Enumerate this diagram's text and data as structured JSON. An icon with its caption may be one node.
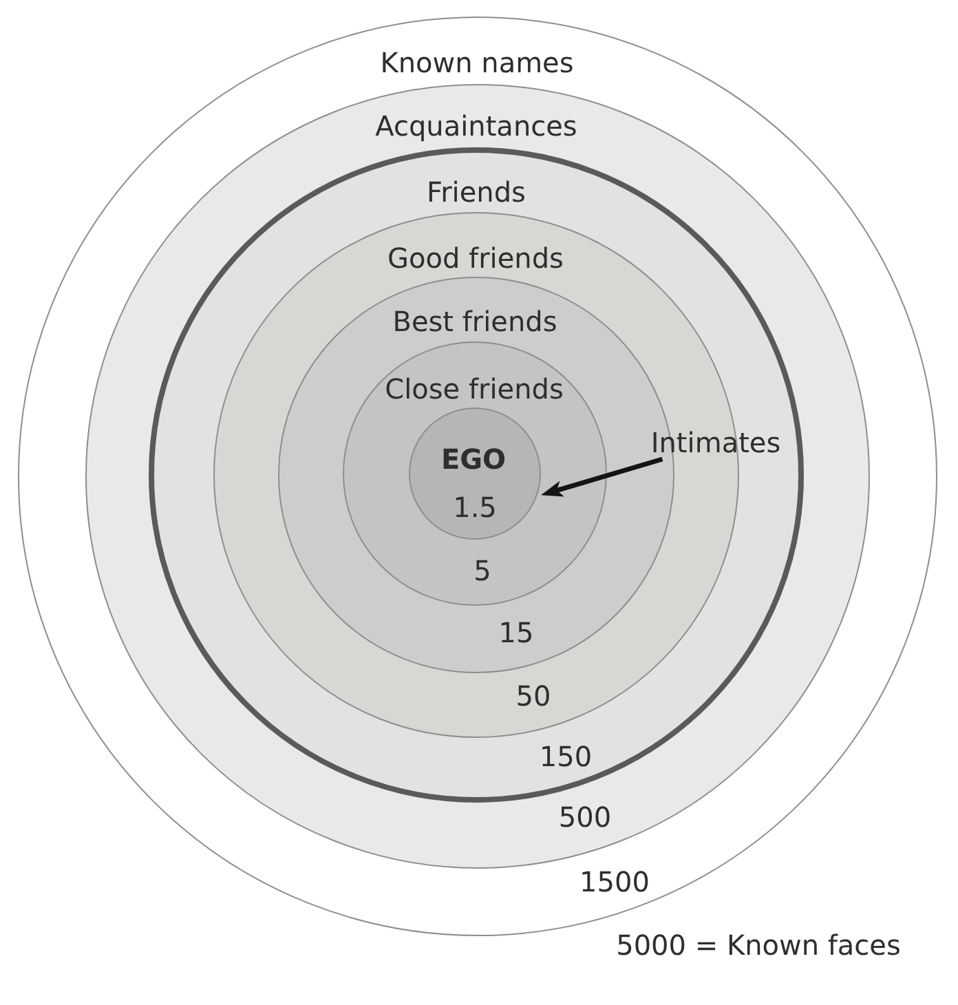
{
  "diagram": {
    "nodes": [
      {
        "text": [
          "Known names",
          "1500"
        ]
      },
      {
        "text": [
          "Acquaintances",
          "500"
        ],
        "in": 0
      },
      {
        "text": [
          "Friends",
          "150"
        ],
        "in": 1
      },
      {
        "text": [
          "Good friends",
          "50"
        ],
        "in": 2
      },
      {
        "text": [
          "Best friends",
          "15"
        ],
        "in": 3
      },
      {
        "text": [
          "Close friends",
          "5"
        ],
        "in": 4
      },
      {
        "text": [
          "EGO",
          "1.5"
        ],
        "in": 5
      },
      {
        "text": [
          "Intimates"
        ],
        "in": 2
      }
    ],
    "edges": [
      {
        "from": 7,
        "to": 6,
        "arrow": "to"
      }
    ],
    "labels": [
      "5000 = Known faces"
    ]
  }
}
